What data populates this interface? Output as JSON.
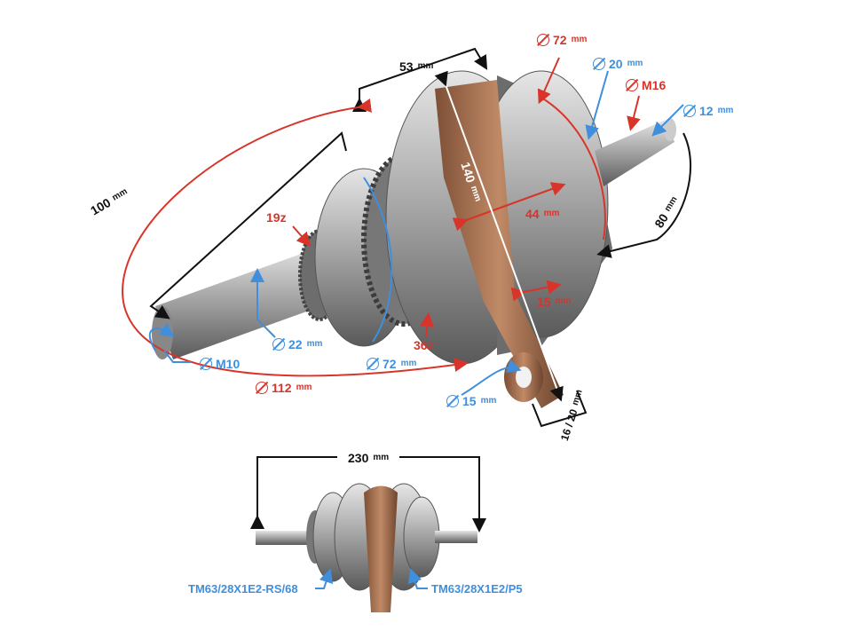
{
  "colors": {
    "red": "#d8342a",
    "blue": "#3f8fdc",
    "black": "#111111",
    "bronze": "#a9714f",
    "steel": "#9a9a9a"
  },
  "labels": {
    "width_top": {
      "value": "53",
      "unit": "mm"
    },
    "flywheel_dia_red": {
      "value": "72",
      "unit": "mm"
    },
    "shaft_dia_right": {
      "value": "20",
      "unit": "mm"
    },
    "thread_right": {
      "value": "M16",
      "unit": ""
    },
    "tip_dia_right": {
      "value": "12",
      "unit": "mm"
    },
    "length_right": {
      "value": "80",
      "unit": "mm"
    },
    "stroke": {
      "value": "140",
      "unit": "mm"
    },
    "offset": {
      "value": "44",
      "unit": "mm"
    },
    "rod_width": {
      "value": "15",
      "unit": "mm"
    },
    "length_left": {
      "value": "100",
      "unit": "mm"
    },
    "gear_small": {
      "value": "19z"
    },
    "shaft_dia_left": {
      "value": "22",
      "unit": "mm"
    },
    "gear_large": {
      "value": "36z"
    },
    "bearing_dia_left": {
      "value": "72",
      "unit": "mm"
    },
    "thread_left": {
      "value": "M10",
      "unit": ""
    },
    "disc_dia": {
      "value": "112",
      "unit": "mm"
    },
    "small_end_dia": {
      "value": "15",
      "unit": "mm"
    },
    "small_end_width": {
      "value": "16 / 20",
      "unit": "mm"
    },
    "total_length": {
      "value": "230",
      "unit": "mm"
    },
    "bearing_left_code": "TM63/28X1E2-RS/68",
    "bearing_right_code": "TM63/28X1E2/P5"
  }
}
